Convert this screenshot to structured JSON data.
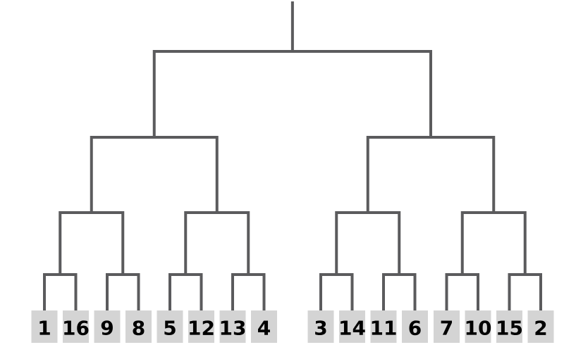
{
  "colors": {
    "background": "#ffffff",
    "line": "#5b5b5d",
    "box_fill": "#d4d4d4",
    "box_text": "#000000"
  },
  "bracket": {
    "type": "single-elimination",
    "team_count": 16,
    "rounds": 4,
    "seeds": [
      "1",
      "16",
      "9",
      "8",
      "5",
      "12",
      "13",
      "4",
      "3",
      "14",
      "11",
      "6",
      "7",
      "10",
      "15",
      "2"
    ],
    "round1_matchups": [
      [
        "1",
        "16"
      ],
      [
        "9",
        "8"
      ],
      [
        "5",
        "12"
      ],
      [
        "13",
        "4"
      ],
      [
        "3",
        "14"
      ],
      [
        "11",
        "6"
      ],
      [
        "7",
        "10"
      ],
      [
        "15",
        "2"
      ]
    ]
  }
}
